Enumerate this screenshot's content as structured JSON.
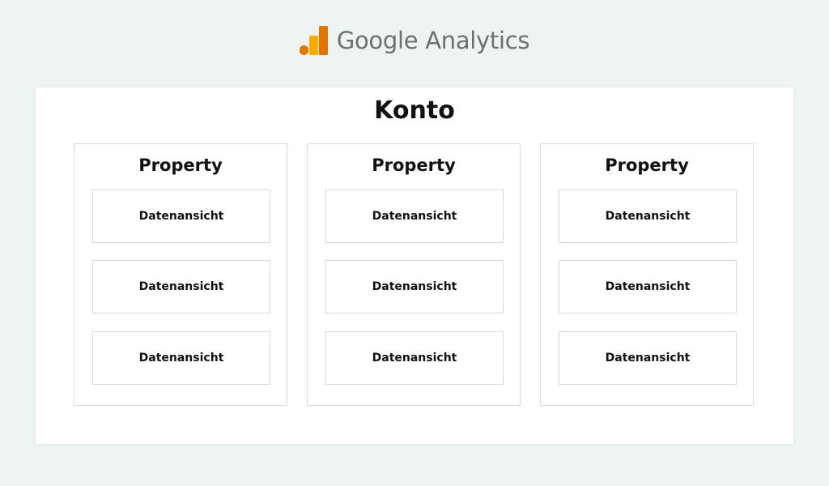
{
  "logo": {
    "text": "Google Analytics",
    "icon": "google-analytics-bars-icon",
    "colors": {
      "dark_bar": "#e37400",
      "light_bar": "#f9ab00"
    }
  },
  "account": {
    "title": "Konto"
  },
  "properties": [
    {
      "title": "Property",
      "views": [
        "Datenansicht",
        "Datenansicht",
        "Datenansicht"
      ]
    },
    {
      "title": "Property",
      "views": [
        "Datenansicht",
        "Datenansicht",
        "Datenansicht"
      ]
    },
    {
      "title": "Property",
      "views": [
        "Datenansicht",
        "Datenansicht",
        "Datenansicht"
      ]
    }
  ],
  "colors": {
    "background": "#edf4f1",
    "panel": "#ffffff",
    "border": "#d9d9d9",
    "text": "#111111",
    "logo_text": "#6f6f6f"
  }
}
